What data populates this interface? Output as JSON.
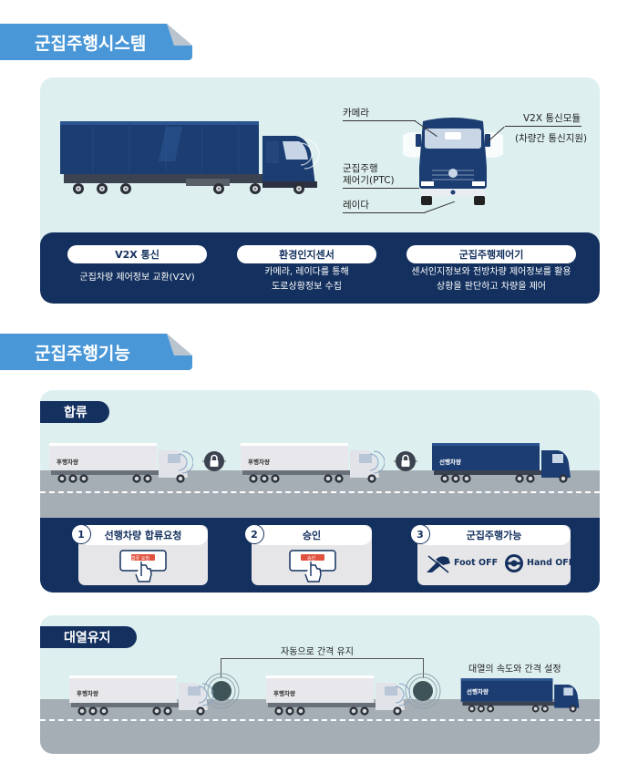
{
  "section1": {
    "title": "군집주행시스템",
    "labels": {
      "camera": "카메라",
      "v2x_module": "V2X 통신모듈",
      "v2x_module_sub": "(차량간 통신지원)",
      "ptc_line1": "군집주행",
      "ptc_line2": "제어기(PTC)",
      "radar": "레이다"
    },
    "features": [
      {
        "title": "V2X 통신",
        "desc_line1": "군집차량 제어정보 교환(V2V)",
        "desc_line2": ""
      },
      {
        "title": "환경인지센서",
        "desc_line1": "카메라, 레이다를 통해",
        "desc_line2": "도로상황정보 수집"
      },
      {
        "title": "군집주행제어기",
        "desc_line1": "센서인지정보와 전방차량 제어정보를 활용",
        "desc_line2": "상황을 판단하고 차량을 제어"
      }
    ]
  },
  "section2": {
    "title": "군집주행기능",
    "merge": {
      "title": "합류",
      "trucks": [
        {
          "label": "후행차량"
        },
        {
          "label": "후행차량"
        },
        {
          "label": "선행차량"
        }
      ],
      "steps": [
        {
          "num": "1",
          "title": "선행차량 합류요청",
          "screen": "합류 요청"
        },
        {
          "num": "2",
          "title": "승인",
          "screen": "승인"
        },
        {
          "num": "3",
          "title": "군집주행가능",
          "foot": "Foot OFF",
          "hand": "Hand OFF"
        }
      ]
    },
    "keep": {
      "title": "대열유지",
      "auto_gap": "자동으로 간격 유지",
      "set_gap": "대열의 속도와 간격 설정",
      "trucks": [
        {
          "label": "후행차량"
        },
        {
          "label": "후행차량"
        },
        {
          "label": "선행차량"
        }
      ]
    }
  },
  "colors": {
    "navy": "#13305e",
    "accent_blue": "#4a97d8",
    "panel_bg": "#ddf0ef",
    "road": "#a6aeb5",
    "button_red": "#e0523f"
  }
}
